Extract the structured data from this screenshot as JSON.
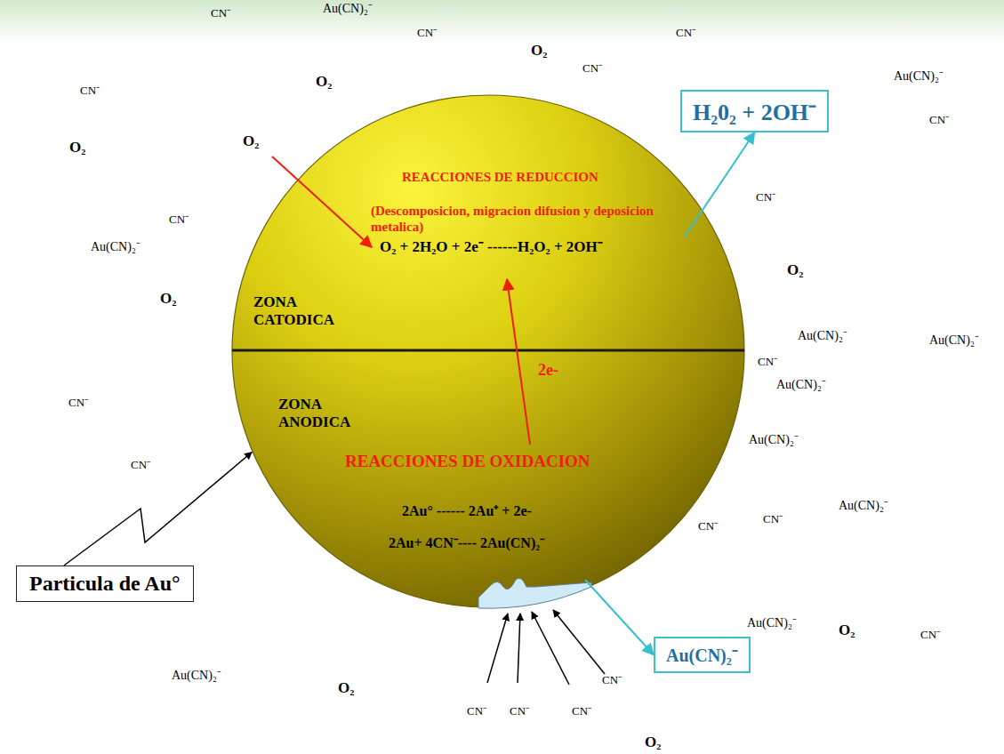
{
  "diagram": {
    "nodes": [
      {
        "text": [
          "REACCIONES DE REDUCCION",
          "(Descomposicion, migracion difusion y deposicion metalica)",
          "O₂ + 2H₂O + 2e⁻ ------H₂O₂ + 2OH⁻",
          "ZONA CATODICA",
          "ZONA ANODICA",
          "2e-",
          "REACCIONES DE OXIDACION",
          "2Au° ------ 2Au⁺ + 2e-",
          "2Au+ 4CN⁻---- 2Au(CN)₂⁻"
        ]
      },
      {
        "text": [
          "H₂0₂ + 2OH⁻"
        ]
      },
      {
        "text": [
          "Au(CN)₂⁻"
        ]
      },
      {
        "text": [
          "Particula de Au°"
        ]
      }
    ],
    "edges": [
      {
        "from": 0,
        "to": 1,
        "arrow": "to"
      },
      {
        "from": 0,
        "to": 2,
        "arrow": "to"
      },
      {
        "from": 3,
        "to": 0,
        "arrow": "to"
      }
    ],
    "labels": [
      "CN⁻",
      "Au(CN)₂⁻",
      "CN⁻",
      "O₂",
      "CN⁻",
      "CN⁻",
      "Au(CN)₂⁻",
      "CN⁻",
      "CN⁻",
      "O₂",
      "O₂",
      "O₂",
      "CN⁻",
      "Au(CN)₂⁻",
      "O₂",
      "CN⁻",
      "O₂",
      "Au(CN)₂⁻",
      "Au(CN)₂⁻",
      "CN⁻",
      "Au(CN)₂⁻",
      "CN⁻",
      "CN⁻",
      "Au(CN)₂⁻",
      "Au(CN)₂⁻",
      "CN⁻",
      "CN⁻",
      "Au(CN)₂⁻",
      "O₂",
      "CN⁻",
      "Au(CN)₂⁻",
      "O₂",
      "CN⁻",
      "CN⁻",
      "CN⁻",
      "CN⁻",
      "O₂"
    ]
  }
}
